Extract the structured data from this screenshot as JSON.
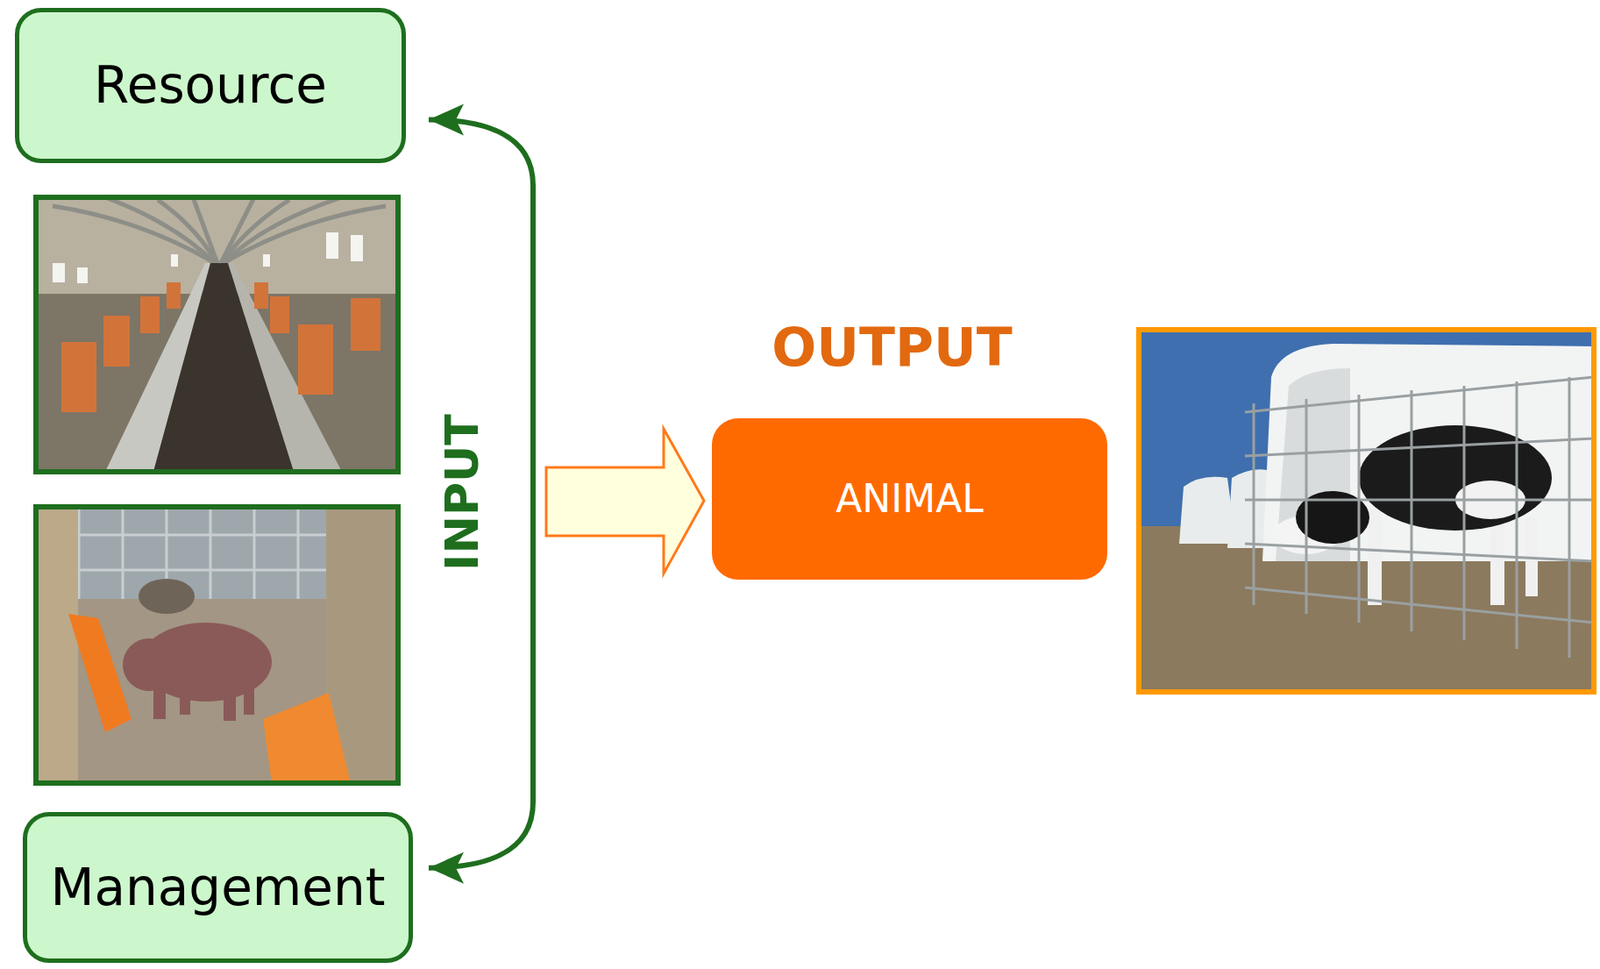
{
  "diagram": {
    "nodes": [
      {
        "text": [
          "Resource"
        ]
      },
      {
        "text": [
          "Management"
        ]
      },
      {
        "text": [
          "OUTPUT",
          "ANIMAL"
        ]
      }
    ],
    "edges": [
      {
        "from": 0,
        "to": 1,
        "arrow": "both",
        "label": "INPUT"
      }
    ]
  }
}
